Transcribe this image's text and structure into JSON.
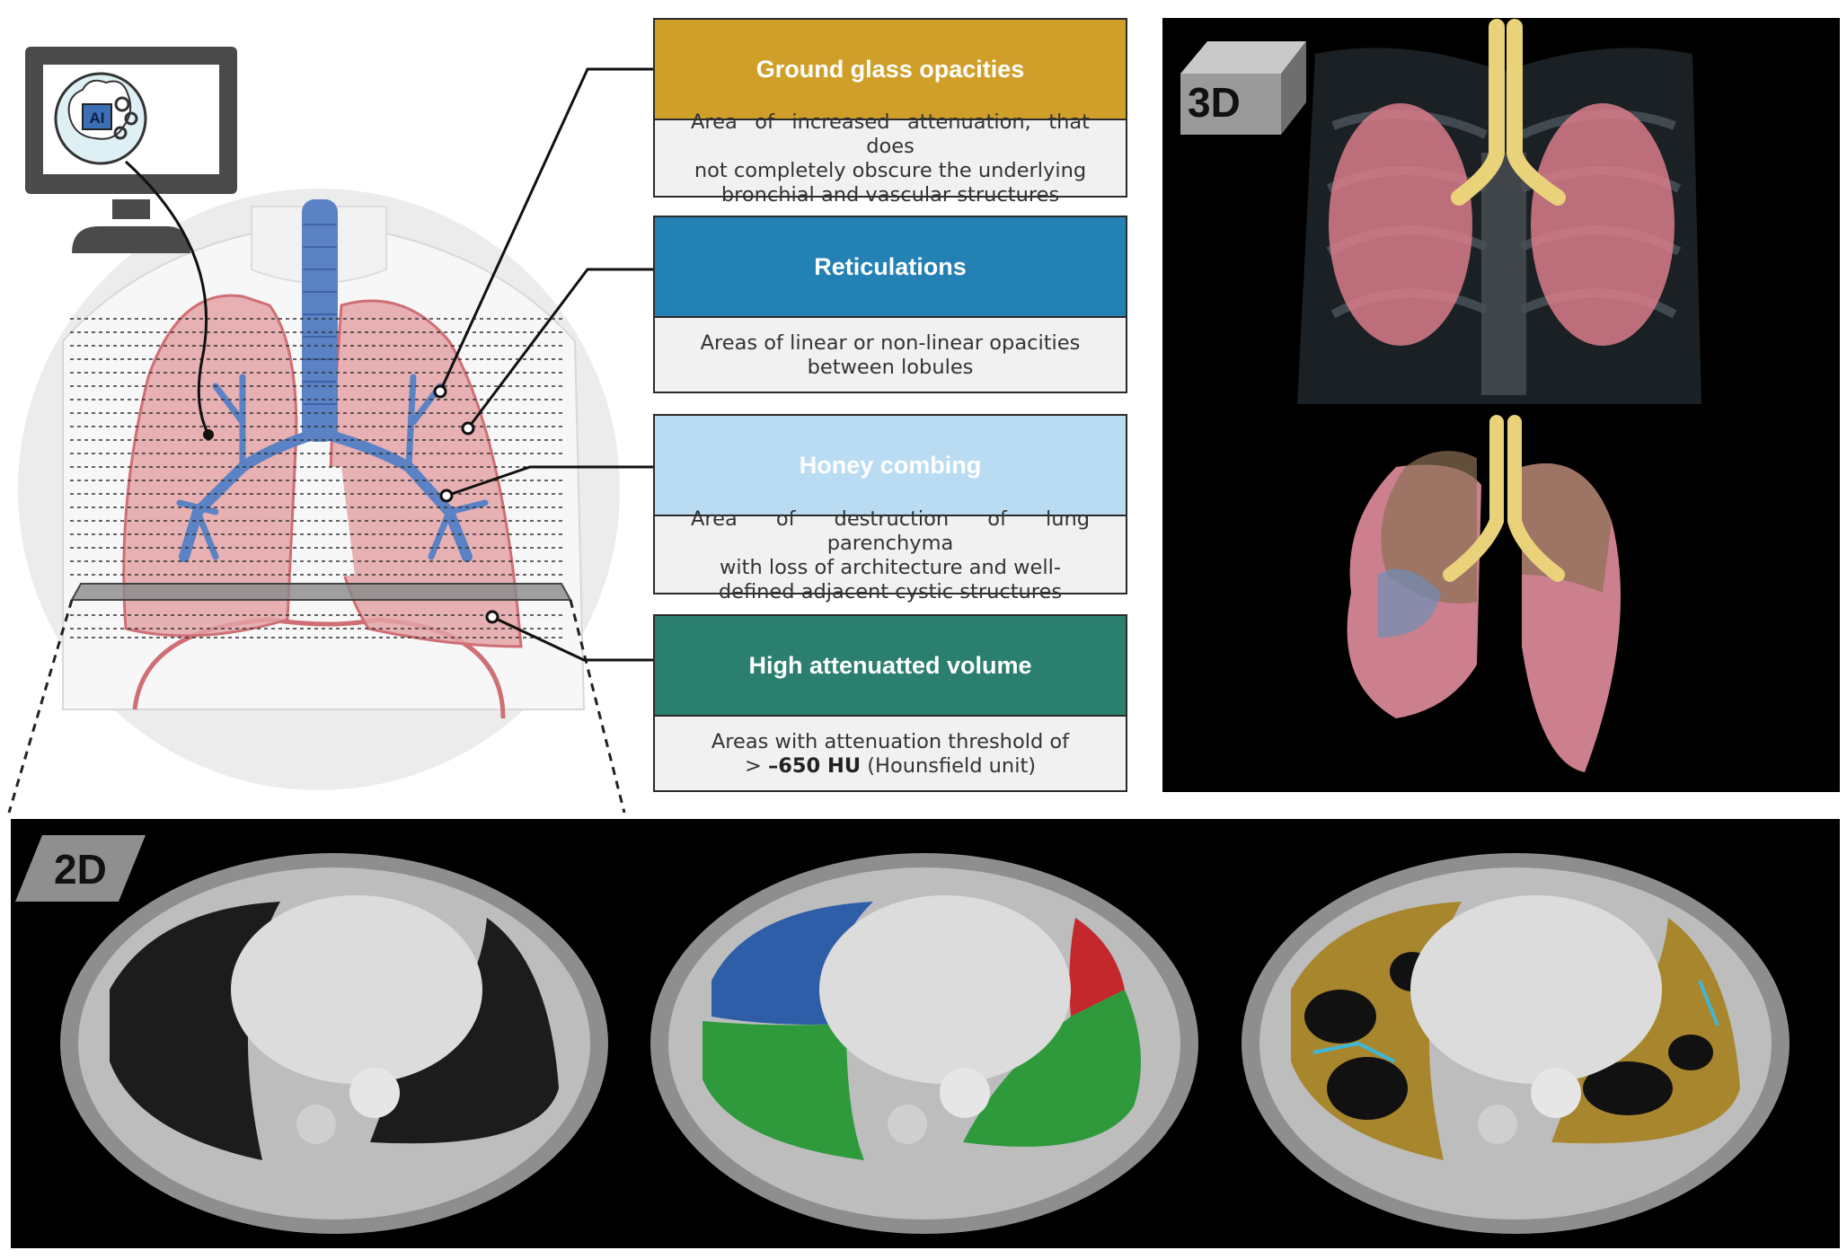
{
  "computer": {
    "screen_label": "AI"
  },
  "terms": [
    {
      "title": "Ground glass opacities",
      "color": "#d09f29",
      "title_color": "#ffffff",
      "definition": "Area of increased attenuation, that does\nnot completely obscure the underlying\nbronchial and vascular structures"
    },
    {
      "title": "Reticulations",
      "color": "#2481b3",
      "title_color": "#ffffff",
      "definition": "Areas of linear or non-linear opacities\nbetween lobules"
    },
    {
      "title": "Honey combing",
      "color": "#b9dcf2",
      "title_color": "#ffffff",
      "definition": "Area of destruction of lung parenchyma\nwith loss of architecture and well-\ndefined adjacent cystic structures"
    },
    {
      "title": "High attenuatted volume",
      "color": "#2a7f6e",
      "title_color": "#ffffff",
      "definition_prefix": "Areas with attenuation threshold of",
      "definition_gt": "> ",
      "definition_bold": "–650 HU",
      "definition_suffix": " (Hounsfield unit)"
    }
  ],
  "panel_3d": {
    "badge": "3D"
  },
  "panel_2d": {
    "badge": "2D"
  },
  "colors": {
    "lung_fill": "#e4a3a6",
    "lung_outline": "#cf6f75",
    "airway": "#5a82c4",
    "segment_blue": "#2f5ea8",
    "segment_green": "#2f9a3c",
    "segment_red": "#c2282c",
    "overlay_yellow": "#a8862e",
    "overlay_cyan": "#3fb6d6"
  }
}
